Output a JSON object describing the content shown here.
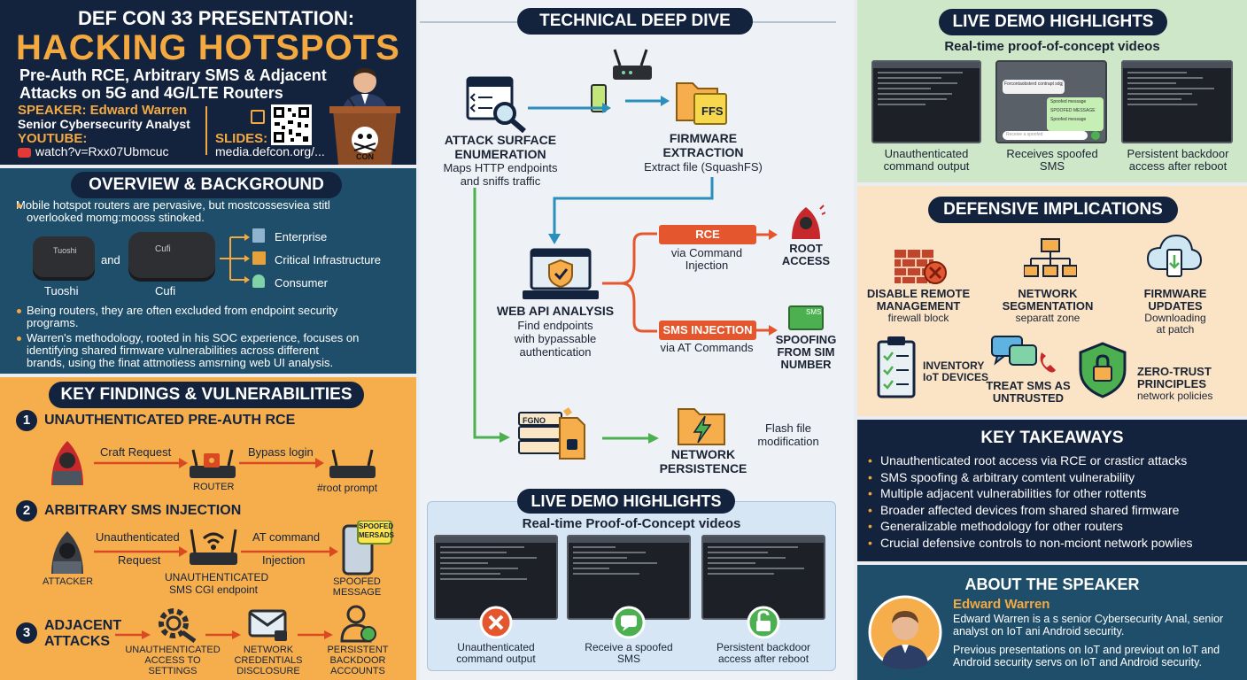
{
  "header": {
    "event": "DEF CON 33 PRESENTATION:",
    "title": "HACKING HOTSPOTS",
    "subtitle1": "Pre-Auth RCE, Arbitrary SMS & Adjacent",
    "subtitle2": "Attacks on 5G and 4G/LTE Routers",
    "speaker_line": "SPEAKER: Edward Warren",
    "speaker_role": "Senior Cybersecurity Analyst",
    "youtube_label": "YOUTUBE:",
    "youtube_url": "watch?v=Rxx07Ubmcuc",
    "slides_label": "SLIDES:",
    "slides_url": "media.defcon.org/...",
    "podium_text": "CON"
  },
  "overview": {
    "title": "OVERVIEW & BACKGROUND",
    "bullet1a": "Mobile hotspot routers are pervasive, but mostcossesviea stitl",
    "bullet1b": "overlooked momg:mooss stinoked.",
    "device1": "Tuoshi",
    "device1_print": "Tuoshi",
    "and": "and",
    "device2": "Cufi",
    "device2_print": "Cufi",
    "targets": [
      "Enterprise",
      "Critical Infrastructure",
      "Consumer"
    ],
    "bullet2a": "Being routers, they are often excluded from endpoint security",
    "bullet2b": "programs.",
    "bullet3a": "Warren's methodology, rooted in his SOC experience, focuses on",
    "bullet3b": "identifying shared firmware vulnerabilities across different",
    "bullet3c": "brands, using the finat attmotiess amsrning web UI analysis."
  },
  "findings": {
    "title": "KEY FINDINGS & VULNERABILITIES",
    "f1": {
      "num": "1",
      "title": "UNAUTHENTICATED PRE-AUTH RCE",
      "step1": "Craft Request",
      "router": "ROUTER",
      "step2": "Bypass login",
      "result": "#root prompt"
    },
    "f2": {
      "num": "2",
      "title": "ARBITRARY SMS INJECTION",
      "attacker": "ATTACKER",
      "step1a": "Unauthenticated",
      "step1b": "Request",
      "endpoint1": "UNAUTHENTICATED",
      "endpoint2": "SMS CGI endpoint",
      "step2a": "AT command",
      "step2b": "Injection",
      "bubble1": "SPOOFED",
      "bubble2": "MERSADS",
      "result1": "SPOOFED",
      "result2": "MESSAGE"
    },
    "f3": {
      "num": "3",
      "title1": "ADJACENT",
      "title2": "ATTACKS",
      "items": [
        [
          "UNAUTHENTICATED",
          "ACCESS TO",
          "SETTINGS"
        ],
        [
          "NETWORK",
          "CREDENTIALS",
          "DISCLOSURE"
        ],
        [
          "PERSISTENT",
          "BACKDOOR",
          "ACCOUNTS"
        ]
      ]
    }
  },
  "deep_dive": {
    "title": "TECHNICAL DEEP DIVE",
    "attack": {
      "l1": "ATTACK SURFACE",
      "l2": "ENUMERATION",
      "l3": "Maps HTTP endpoints",
      "l4": "and sniffs traffic"
    },
    "firmware": {
      "l1": "FIRMWARE",
      "l2": "EXTRACTION",
      "l3": "Extract file (SquashFS)",
      "folder": "FFS"
    },
    "webapi": {
      "l1": "WEB API ANALYSIS",
      "l2": "Find endpoints",
      "l3": "with bypassable",
      "l4": "authentication"
    },
    "rce": {
      "flag": "RCE",
      "l1": "via Command",
      "l2": "Injection"
    },
    "root": {
      "l1": "ROOT",
      "l2": "ACCESS"
    },
    "sms": {
      "flag": "SMS INJECTION",
      "l1": "via AT Commands"
    },
    "spoof": {
      "l1": "SPOOFING",
      "l2": "FROM SIM",
      "l3": "NUMBER",
      "card": "SMS"
    },
    "persist": {
      "l1": "NETWORK",
      "l2": "PERSISTENCE",
      "flash1": "Flash file",
      "flash2": "modification",
      "rack": "FGNO"
    }
  },
  "demo_center": {
    "title": "LIVE DEMO HIGHLIGHTS",
    "subtitle": "Real-time Proof-of-Concept videos",
    "items": [
      [
        "Unauthenticated",
        "command output"
      ],
      [
        "Receive a spoofed",
        "SMS"
      ],
      [
        "Persistent backdoor",
        "access after reboot"
      ]
    ]
  },
  "demo_right": {
    "title": "LIVE DEMO HIGHLIGHTS",
    "subtitle": "Real-time proof-of-concept videos",
    "items": [
      [
        "Unauthenticated",
        "command output"
      ],
      [
        "Receives spoofed",
        "SMS"
      ],
      [
        "Persistent backdoor",
        "access after reboot"
      ]
    ],
    "chat": [
      "Forcontaobsterd contrapt sdgjet",
      "Spoofed message",
      "SPOOFED MESSAGE",
      "Spoofed message"
    ],
    "chat_placeholder": "Receive a spoofed"
  },
  "defense": {
    "title": "DEFENSIVE IMPLICATIONS",
    "row1": [
      {
        "l1": "DISABLE REMOTE",
        "l2": "MANAGEMENT",
        "l3": "firewall block"
      },
      {
        "l1": "NETWORK",
        "l2": "SEGMENTATION",
        "l3": "separatt zone"
      },
      {
        "l1": "FIRMWARE",
        "l2": "UPDATES",
        "l3": "Downloading",
        "l4": "at patch"
      }
    ],
    "inventory": {
      "l1": "INVENTORY",
      "l2": "IoT DEVICES"
    },
    "sms": {
      "l1": "TREAT SMS AS",
      "l2": "UNTRUSTED"
    },
    "zero": {
      "l1": "ZERO-TRUST",
      "l2": "PRINCIPLES",
      "l3": "network policies"
    }
  },
  "takeaways": {
    "title": "KEY TAKEAWAYS",
    "items": [
      "Unauthenticated root access via RCE or crasticr attacks",
      "SMS spoofing & arbitrary comtent vulnerability",
      "Multiple adjacent vulnerabilities for other rottents",
      "Broader affected devices from shared shared firmware",
      "Generalizable methodology for other routers",
      "Crucial defensive controls to non-mciont network powlies"
    ]
  },
  "speaker": {
    "title": "ABOUT THE SPEAKER",
    "name": "Edward Warren",
    "bio1": "Edward Warren is a s senior Cybersecurity Anal, senior",
    "bio2": "analyst on IoT ani Android security.",
    "bio3": "Previous presentations on IoT and previout on IoT and",
    "bio4": "Android security servs on IoT and Android security."
  },
  "colors": {
    "navy": "#13233d",
    "orange": "#f4a940",
    "teal": "#1f4e6b",
    "green": "#4caf50",
    "red": "#e4572e"
  }
}
